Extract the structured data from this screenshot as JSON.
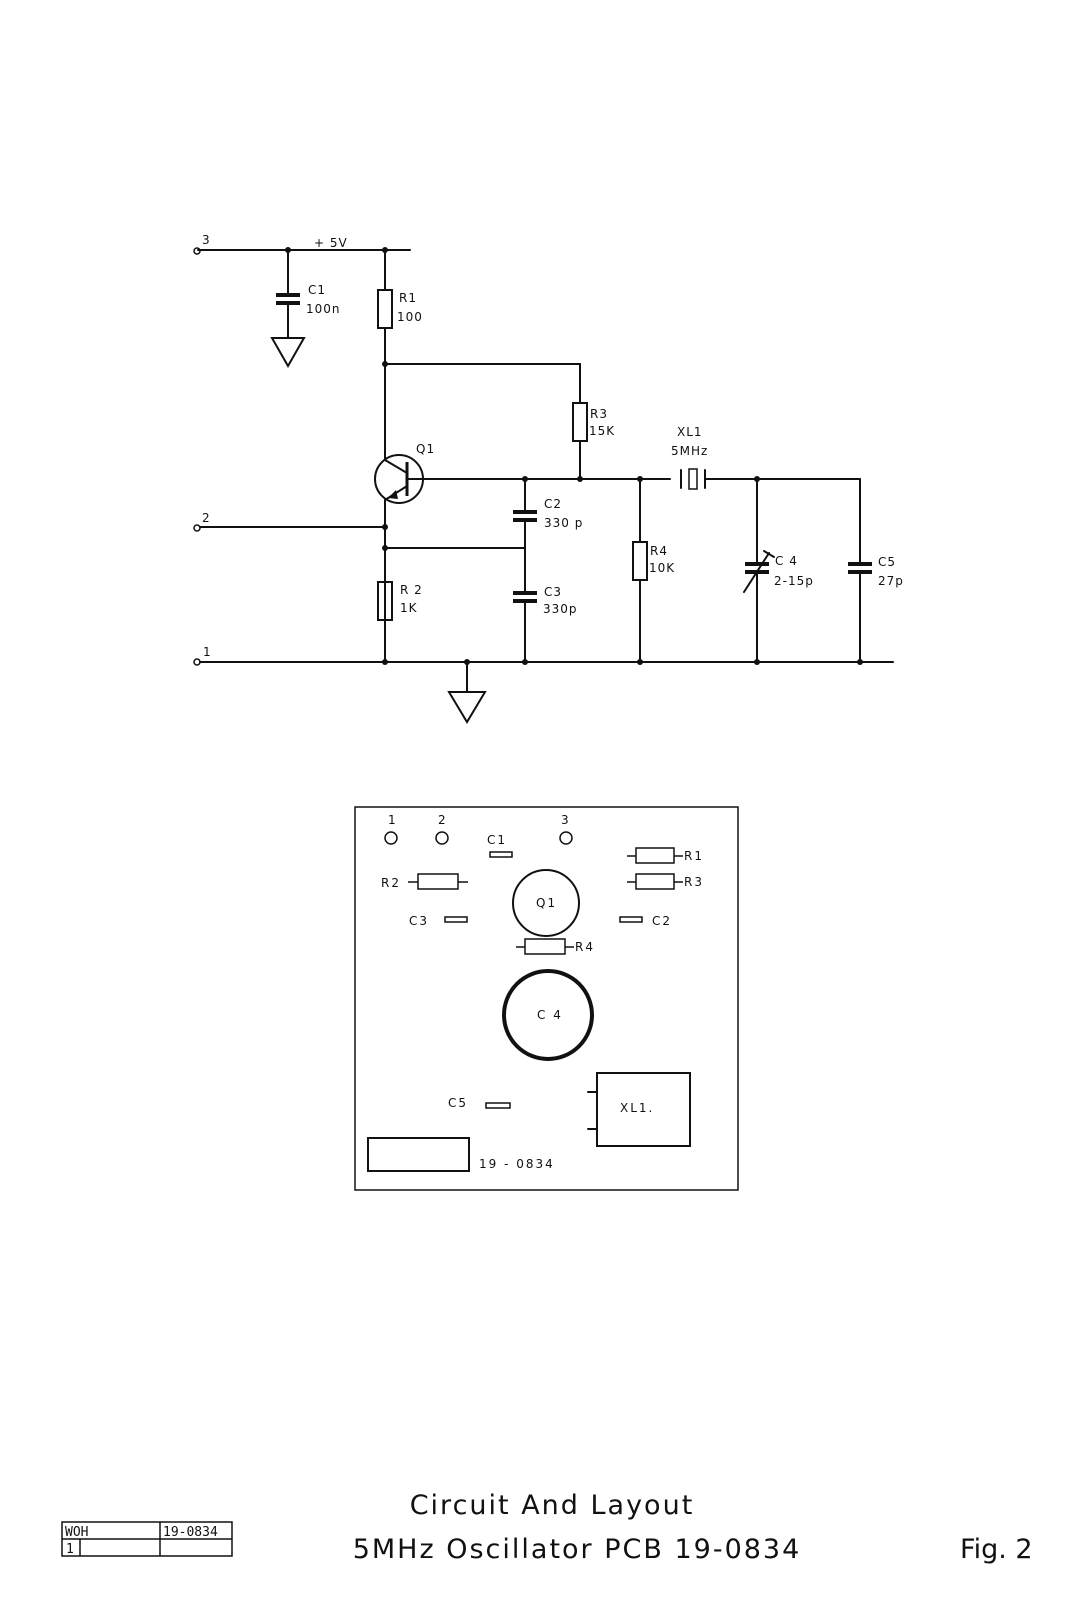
{
  "schematic": {
    "supply_label": "+ 5V",
    "terminals": {
      "t1": "1",
      "t2": "2",
      "t3": "3"
    },
    "c1": {
      "ref": "C1",
      "value": "100n"
    },
    "r1": {
      "ref": "R1",
      "value": "100"
    },
    "r3": {
      "ref": "R3",
      "value": "15K"
    },
    "q1": {
      "ref": "Q1"
    },
    "xl1": {
      "ref": "XL1",
      "value": "5MHz"
    },
    "c2": {
      "ref": "C2",
      "value": "330 p"
    },
    "c3": {
      "ref": "C3",
      "value": "330p"
    },
    "r2": {
      "ref": "R 2",
      "value": "1K"
    },
    "r4": {
      "ref": "R4",
      "value": "10K"
    },
    "c4": {
      "ref": "C 4",
      "value": "2-15p"
    },
    "c5": {
      "ref": "C5",
      "value": "27p"
    }
  },
  "pcb": {
    "pad1": "1",
    "pad2": "2",
    "pad3": "3",
    "c1": "C1",
    "r1": "R1",
    "r3": "R3",
    "r2": "R2",
    "q1": "Q1",
    "c3": "C3",
    "c2": "C2",
    "r4": "R4",
    "c4": "C 4",
    "c5": "C5",
    "xl1": "XL1.",
    "board_number": "19 - 0834"
  },
  "caption": {
    "line1": "Circuit And Layout",
    "line2": "5MHz Oscillator PCB 19-0834"
  },
  "figure_label": "Fig. 2",
  "title_block": {
    "author": "WOH",
    "number": "19-0834",
    "sheet": "1"
  }
}
